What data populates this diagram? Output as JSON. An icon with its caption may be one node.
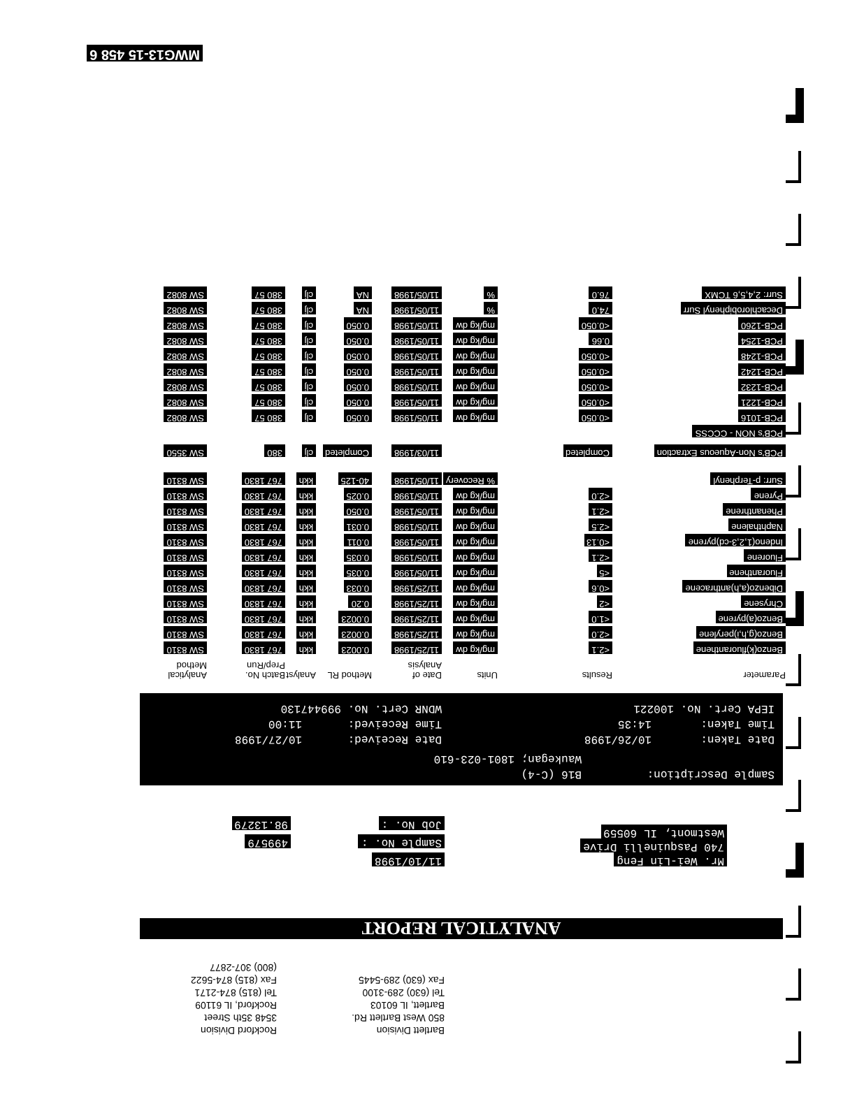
{
  "diagram": {
    "title": "ANALYTICAL REPORT",
    "labels": [
      "MWG13-15 458 6",
      "Bartlett Division",
      "850 West Bartlett Rd.",
      "Bartlett, IL 60103",
      "Tel (630) 289-3100",
      "Fax (630) 289-5445",
      "Rockford Division",
      "3548 35th Street",
      "Rockford, IL 61109",
      "Tel (815) 874-2171",
      "Fax (815) 874-5622",
      "(800) 307-2877",
      "Mr. Wei-Lin Feng",
      "740 Pasquinelli Drive",
      "Westmont, IL 60559",
      "11/10/1998",
      "Sample No. :",
      "499579",
      "Job No. :",
      "98.13279",
      "Sample Description:",
      "B16 (C-4)",
      "Waukegan; 1801-023-610",
      "Date Taken:",
      "10/26/1998",
      "Date Received:",
      "10/27/1998",
      "Time Taken:",
      "14:35",
      "Time Received:",
      "11:00",
      "IEPA Cert. No. 100221",
      "WDNR Cert. No. 999447130",
      "Parameter",
      "Results",
      "Units",
      "Date of Analysis",
      "Method RL",
      "Analyst",
      "Batch No. Prep/Run",
      "Analytical Method",
      "Benzo(k)fluoranthene",
      "<2.1",
      "mg/kg dw",
      "11/25/1998",
      "0.0023",
      "kkh",
      "767 1830",
      "SW 8310",
      "Benzo(g,h,i)perylene",
      "<2.0",
      "mg/kg dw",
      "11/25/1998",
      "0.0023",
      "kkh",
      "767 1830",
      "SW 8310",
      "Benzo(a)pyrene",
      "<1.0",
      "mg/kg dw",
      "11/25/1998",
      "0.0023",
      "kkh",
      "767 1830",
      "SW 8310",
      "Chrysene",
      "<2",
      "mg/kg dw",
      "11/25/1998",
      "0.20",
      "kkh",
      "767 1830",
      "SW 8310",
      "Dibenzo(a,h)anthracene",
      "<0.6",
      "mg/kg dw",
      "11/25/1998",
      "0.033",
      "kkh",
      "767 1830",
      "SW 8310",
      "Fluoranthene",
      "<5",
      "mg/kg dw",
      "11/05/1998",
      "0.035",
      "kkh",
      "767 1830",
      "SW 8310",
      "Fluorene",
      "<2.1",
      "mg/kg dw",
      "11/05/1998",
      "0.035",
      "kkh",
      "767 1830",
      "SW 8310",
      "Indeno(1,2,3-cd)pyrene",
      "<0.13",
      "mg/kg dw",
      "11/05/1998",
      "0.011",
      "kkh",
      "767 1830",
      "SW 8310",
      "Naphthalene",
      "<2.5",
      "mg/kg dw",
      "11/05/1998",
      "0.031",
      "kkh",
      "767 1830",
      "SW 8310",
      "Phenanthrene",
      "<2.1",
      "mg/kg dw",
      "11/05/1998",
      "0.050",
      "kkh",
      "767 1830",
      "SW 8310",
      "Pyrene",
      "<2.0",
      "mg/kg dw",
      "11/05/1998",
      "0.025",
      "kkh",
      "767 1830",
      "SW 8310",
      "Surr: p-Terphenyl",
      "% Recovery",
      "11/05/1998",
      "40-125",
      "kkh",
      "767 1830",
      "SW 8310",
      "PCB's Non-Aqueous Extraction",
      "Completed",
      "11/03/1998",
      "Completed",
      "clj",
      "380",
      "SW 3550",
      "PCB's NON - CCCSS",
      "PCB-1016",
      "<0.050",
      "mg/kg dw",
      "11/05/1998",
      "0.050",
      "clj",
      "380 57",
      "SW 8082",
      "PCB-1221",
      "<0.050",
      "mg/kg dw",
      "11/05/1998",
      "0.050",
      "clj",
      "380 57",
      "SW 8082",
      "PCB-1232",
      "<0.050",
      "mg/kg dw",
      "11/05/1998",
      "0.050",
      "clj",
      "380 57",
      "SW 8082",
      "PCB-1242",
      "<0.050",
      "mg/kg dw",
      "11/05/1998",
      "0.050",
      "clj",
      "380 57",
      "SW 8082",
      "PCB-1248",
      "<0.050",
      "mg/kg dw",
      "11/05/1998",
      "0.050",
      "clj",
      "380 57",
      "SW 8082",
      "PCB-1254",
      "0.66",
      "mg/kg dw",
      "11/05/1998",
      "0.050",
      "clj",
      "380 57",
      "SW 8082",
      "PCB-1260",
      "<0.050",
      "mg/kg dw",
      "11/05/1998",
      "0.050",
      "clj",
      "380 57",
      "SW 8082",
      "Decachlorobiphenyl Surr",
      "74.0",
      "%",
      "11/05/1998",
      "NA",
      "clj",
      "380 57",
      "SW 8082",
      "Surr: 2,4,5,6 TCMX",
      "76.0",
      "%",
      "11/05/1998",
      "NA",
      "clj",
      "380 57",
      "SW 8082"
    ]
  }
}
